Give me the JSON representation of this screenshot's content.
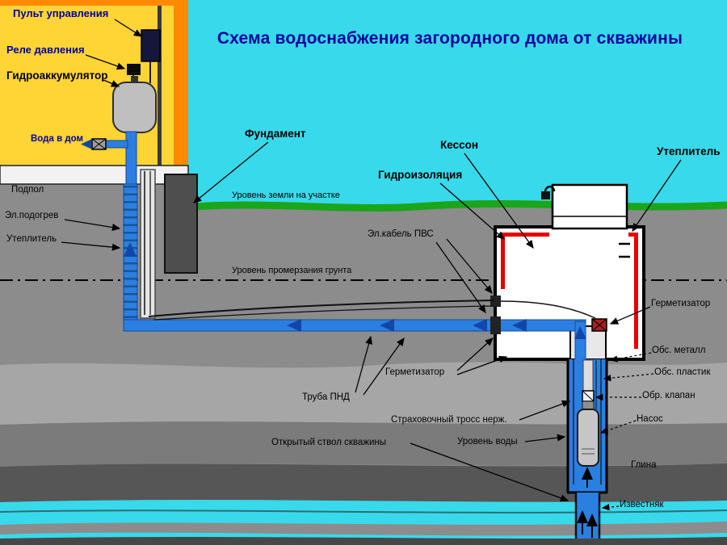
{
  "title": "Схема водоснабжения загородного дома от скважины",
  "labels": {
    "control_panel": "Пульт управления",
    "pressure_relay": "Реле давления",
    "hydroaccumulator": "Гидроаккумулятор",
    "water_to_house": "Вода в дом",
    "underfloor": "Подпол",
    "electric_heating": "Эл.подогрев",
    "insulation_left": "Утеплитель",
    "foundation": "Фундамент",
    "ground_level": "Уровень земли на участке",
    "frost_level": "Уровень промерзания грунта",
    "electric_cable": "Эл.кабель ПВС",
    "caisson": "Кессон",
    "waterproofing": "Гидроизоляция",
    "insulation_right": "Утеплитель",
    "sealer_left": "Герметизатор",
    "sealer_right": "Герметизатор",
    "pipe_hdpe": "Труба ПНД",
    "safety_cable": "Страховочный тросс нерж.",
    "open_borehole": "Открытый ствол скважины",
    "water_level": "Уровень воды",
    "casing_metal": "Обс. металл",
    "casing_plastic": "Обс. пластик",
    "check_valve": "Обр. клапан",
    "pump": "Насос",
    "clay": "Глина",
    "limestone": "Известняк"
  },
  "colors": {
    "sky": "#38D9EA",
    "title_text": "#0000A0",
    "house_fill": "#FFD435",
    "house_trim": "#FF8A00",
    "grass": "#1BA51B",
    "soil_upper": "#8C8C8C",
    "soil_light": "#A6A6A6",
    "soil_mid": "#7B7B7B",
    "soil_dark": "#565656",
    "water_pipe_blue": "#2B7FE0",
    "flow_arrow_blue": "#1147A8",
    "aquifer": "#38D9EA",
    "caisson_fill": "#FFFFFF",
    "insulation_red": "#E60000",
    "foundation_gray": "#4E4E4E"
  }
}
